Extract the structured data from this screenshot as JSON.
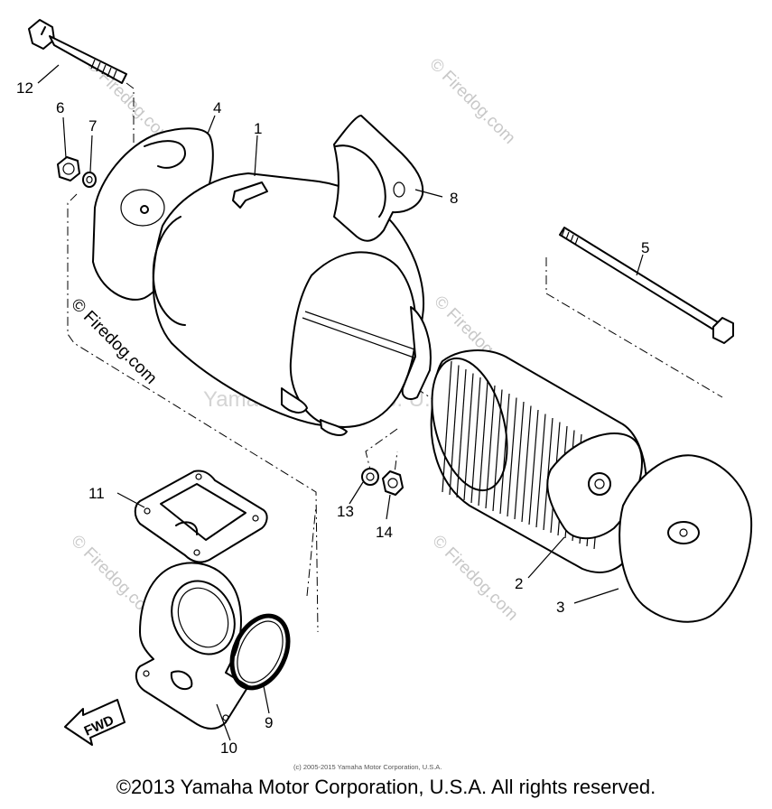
{
  "labels": {
    "p1": "1",
    "p2": "2",
    "p3": "3",
    "p4": "4",
    "p5": "5",
    "p6": "6",
    "p7": "7",
    "p8": "8",
    "p9": "9",
    "p10": "10",
    "p11": "11",
    "p12": "12",
    "p13": "13",
    "p14": "14"
  },
  "fwd_arrow": "FWD",
  "watermark": {
    "repeat": "© Firedog.com",
    "center": "Yamaha Motor Corp. U.S.A."
  },
  "small_copyright": "(c) 2005-2015 Yamaha Motor Corporation, U.S.A.",
  "copyright": "©2013 Yamaha Motor Corporation, U.S.A. All rights reserved."
}
